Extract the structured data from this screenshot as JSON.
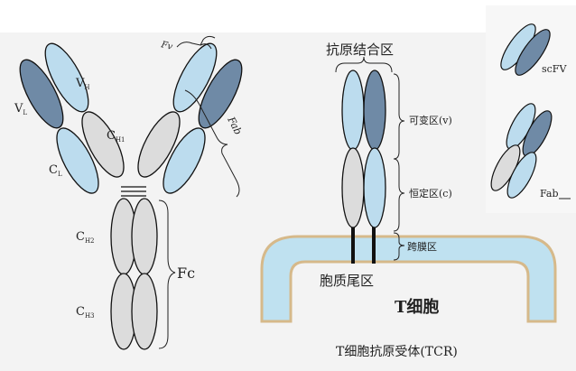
{
  "colors": {
    "dark_blue": "#6f8aa6",
    "light_blue": "#bcdcee",
    "gray": "#dcdcdc",
    "membrane_fill": "#bfe1f0",
    "membrane_edge": "#d6b98a",
    "outline": "#111111",
    "label": "#222222"
  },
  "antibody": {
    "vh_main": "V",
    "vh_sub": "H",
    "vl_main": "V",
    "vl_sub": "L",
    "ch1_main": "C",
    "ch1_sub": "H1",
    "cl_main": "C",
    "cl_sub": "L",
    "ch2_main": "C",
    "ch2_sub": "H2",
    "ch3_main": "C",
    "ch3_sub": "H3",
    "fv_label": "Fv",
    "fab_label": "Fab",
    "fc_label": "Fc"
  },
  "tcr": {
    "antigen_binding_label": "抗原结合区",
    "variable_label": "可变区(v)",
    "constant_label": "恒定区(c)",
    "transmembrane_label": "跨膜区",
    "cytoplasmic_label": "胞质尾区",
    "cell_label": "T细胞",
    "caption": "T细胞抗原受体(TCR)"
  },
  "insets": {
    "scfv_label": "scFV",
    "fab_label": "Fab"
  }
}
